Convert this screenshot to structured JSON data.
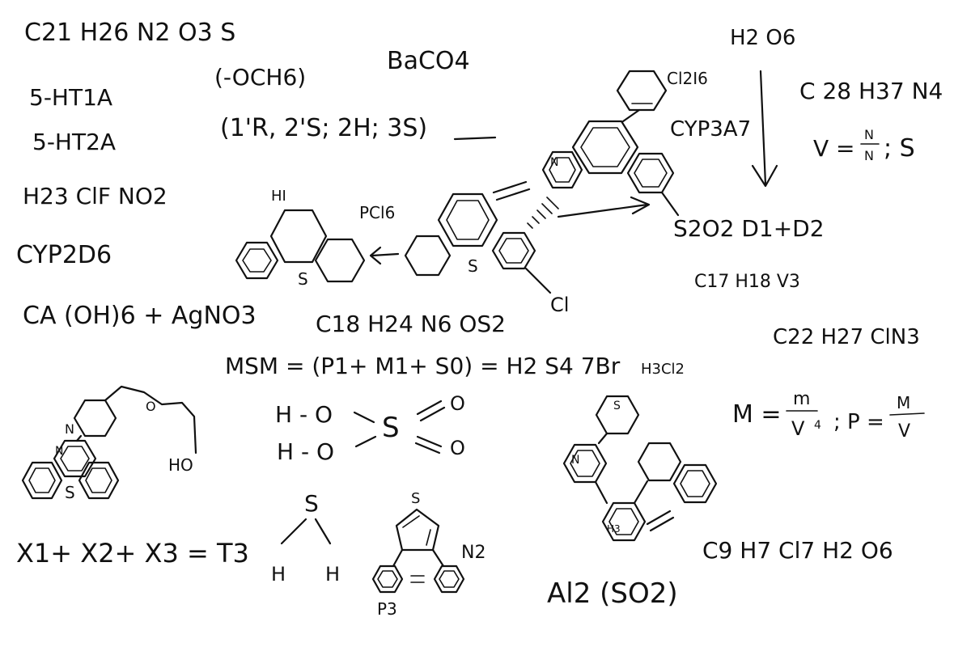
{
  "formulas": {
    "f01": "C21 H26 N2 O3 S",
    "f02": "5-HT1A",
    "f03": "5-HT2A",
    "f04": "H23 ClF NO2",
    "f05": "CYP2D6",
    "f06": "CA (OH)6 + AgNO3",
    "f07": "(-OCH6)",
    "f08": "BaCO4",
    "f09": "(1'R, 2'S; 2H; 3S)",
    "f10": "H2 O6",
    "f11": "Cl2I6",
    "f12": "CYP3A7",
    "f13": "C 28 H37 N4",
    "f14": "S2O2  D1+D2",
    "f15": "C17 H18 V3",
    "f16": "C22 H27 ClN3",
    "f17": "C18 H24 N6 OS2",
    "f18": "MSM = (P1+ M1+ S0) = H2 S4 7Br",
    "f19": "H3Cl2",
    "f20": "X1+ X2+ X3 = T3",
    "f21": "Al2 (SO2)",
    "f22": "C9 H7 Cl7 H2 O6"
  },
  "labels": {
    "hi": "HI",
    "pcl6": "PCl6",
    "s_left": "S",
    "s_mid": "S",
    "cl": "Cl",
    "n_ring": "N",
    "n_bl1": "N",
    "n_bl2": "N",
    "s_bl": "S",
    "o_bl": "O",
    "ho_bl": "HO",
    "h_o_1": "H - O",
    "h_o_2": "H - O",
    "s_sulf": "S",
    "o_sulf1": "O",
    "o_sulf2": "O",
    "s_h2s": "S",
    "h_left": "H",
    "h_right": "H",
    "s_thio": "S",
    "n2": "N2",
    "p3": "P3",
    "s_br": "S",
    "n_br": "N",
    "h3_br": "H3",
    "v_lhs": "V =",
    "v_frac_n1": "N",
    "v_frac_n2": "N",
    "v_semi_s": "; S",
    "m_lhs": "M =",
    "m_num": "m",
    "m_den": "V",
    "m_exp": "4",
    "p_lhs": "; P =",
    "p_num": "M",
    "p_den": "V"
  }
}
